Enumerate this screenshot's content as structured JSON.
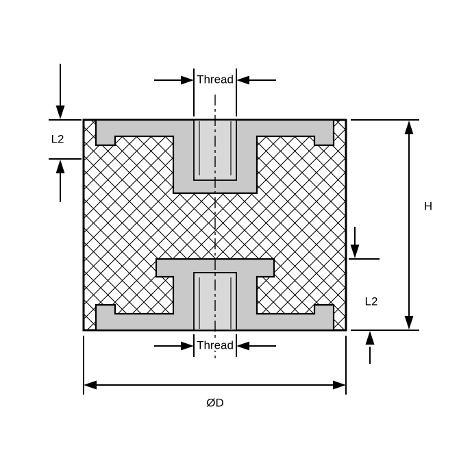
{
  "diagram": {
    "labels": {
      "thread_top": "Thread",
      "thread_bottom": "Thread",
      "l2_upper": "L2",
      "l2_lower": "L2",
      "height": "H",
      "diameter": "ØD"
    },
    "colors": {
      "line": "#000000",
      "metal_fill": "#c9c9c9",
      "bore_fill": "#d8d8d8",
      "background": "#ffffff"
    }
  }
}
